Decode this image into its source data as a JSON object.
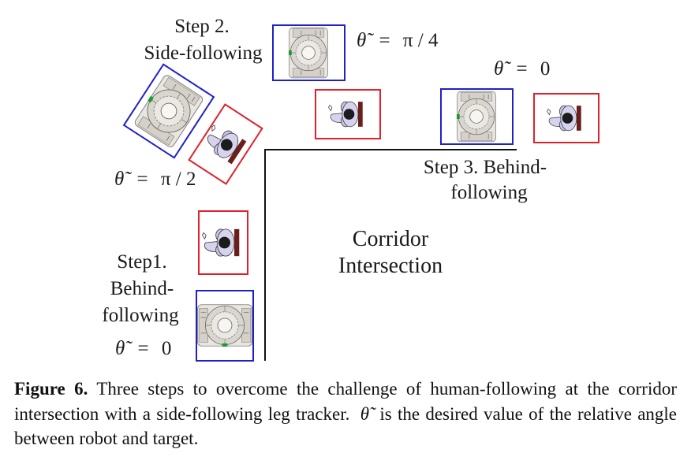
{
  "steps": {
    "step1": {
      "line1": "Step1.",
      "line2": "Behind-",
      "line3": "following",
      "angle": "0"
    },
    "step2": {
      "line1": "Step 2.",
      "line2": "Side-following",
      "angle_a": "π / 4",
      "angle_b": "π / 2"
    },
    "step3": {
      "line1": "Step 3. Behind-",
      "line2": "following",
      "angle": "0"
    }
  },
  "corridor": {
    "line1": "Corridor",
    "line2": "Intersection"
  },
  "theta_symbol": "θ̃",
  "equals": "=",
  "caption": {
    "label": "Figure 6.",
    "text_before_symbol": "Three steps to overcome the challenge of human-following at the corridor intersection with a side-following leg tracker.",
    "text_after_symbol": "is the desired value of the relative angle between robot and target."
  },
  "colors": {
    "robot_box": "#2020c8",
    "human_box": "#e0202a",
    "wall": "#111111"
  }
}
